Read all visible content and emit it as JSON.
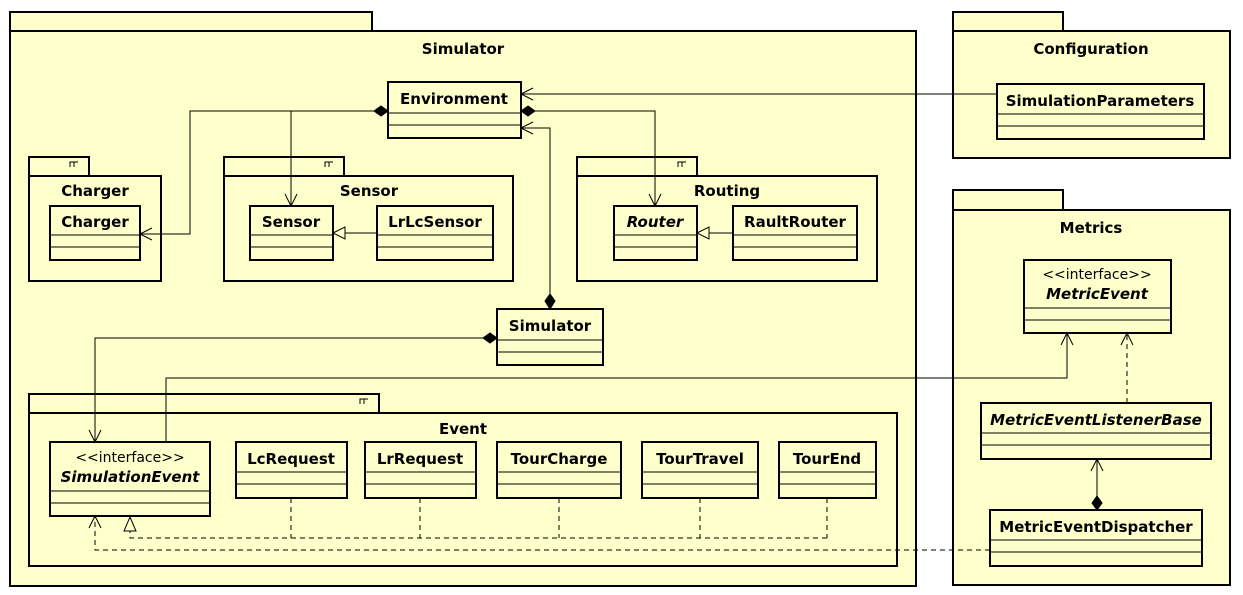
{
  "packages": {
    "simulator": "Simulator",
    "configuration": "Configuration",
    "metrics": "Metrics",
    "charger": "Charger",
    "sensor": "Sensor",
    "routing": "Routing",
    "event": "Event"
  },
  "classes": {
    "environment": "Environment",
    "simulation_parameters": "SimulationParameters",
    "charger": "Charger",
    "sensor": "Sensor",
    "lrlc_sensor": "LrLcSensor",
    "router": "Router",
    "rault_router": "RaultRouter",
    "simulator": "Simulator",
    "simulation_event": "SimulationEvent",
    "lc_request": "LcRequest",
    "lr_request": "LrRequest",
    "tour_charge": "TourCharge",
    "tour_travel": "TourTravel",
    "tour_end": "TourEnd",
    "metric_event": "MetricEvent",
    "metric_event_listener_base": "MetricEventListenerBase",
    "metric_event_dispatcher": "MetricEventDispatcher"
  },
  "stereotypes": {
    "interface": "<<interface>>"
  },
  "colors": {
    "fill": "#ffffcc",
    "stroke": "#000000"
  }
}
